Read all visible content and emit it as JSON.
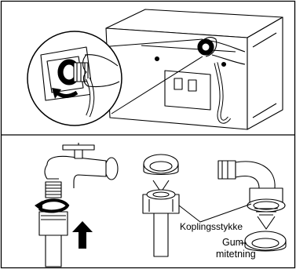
{
  "labels": {
    "coupling": "Koplingsstykke",
    "gasket_line1": "Gum",
    "gasket_line2": "mitetning"
  },
  "colors": {
    "ink": "#000000",
    "paper": "#ffffff"
  }
}
